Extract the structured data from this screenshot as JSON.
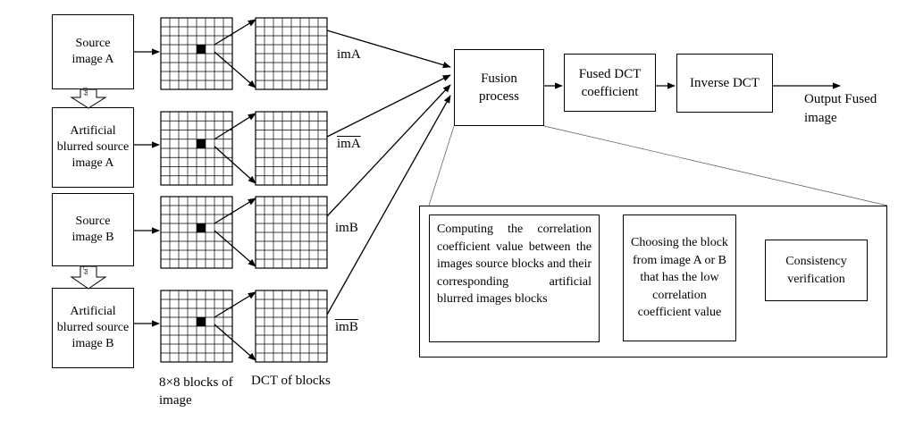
{
  "sources": [
    {
      "label": "Source image A"
    },
    {
      "label": "Artificial blurred source image A"
    },
    {
      "label": "Source image B"
    },
    {
      "label": "Artificial blurred source image B"
    }
  ],
  "lpf_label": "LPF",
  "streams": [
    {
      "label": "imA",
      "overline": false
    },
    {
      "label": "imA",
      "overline": true
    },
    {
      "label": "imB",
      "overline": false
    },
    {
      "label": "imB",
      "overline": true
    }
  ],
  "captions": {
    "blocks": "8×8 blocks of image",
    "dct": "DCT of blocks"
  },
  "pipeline": {
    "fusion": "Fusion process",
    "fused_dct": "Fused DCT coefficient",
    "inverse_dct": "Inverse DCT",
    "output": "Output Fused image"
  },
  "detail": {
    "step1": "Computing the correlation coefficient value between the images source blocks and their corresponding artificial blurred images blocks",
    "step2": "Choosing the block from image A or B that has the low correlation coefficient value",
    "step3": "Consistency verification"
  }
}
